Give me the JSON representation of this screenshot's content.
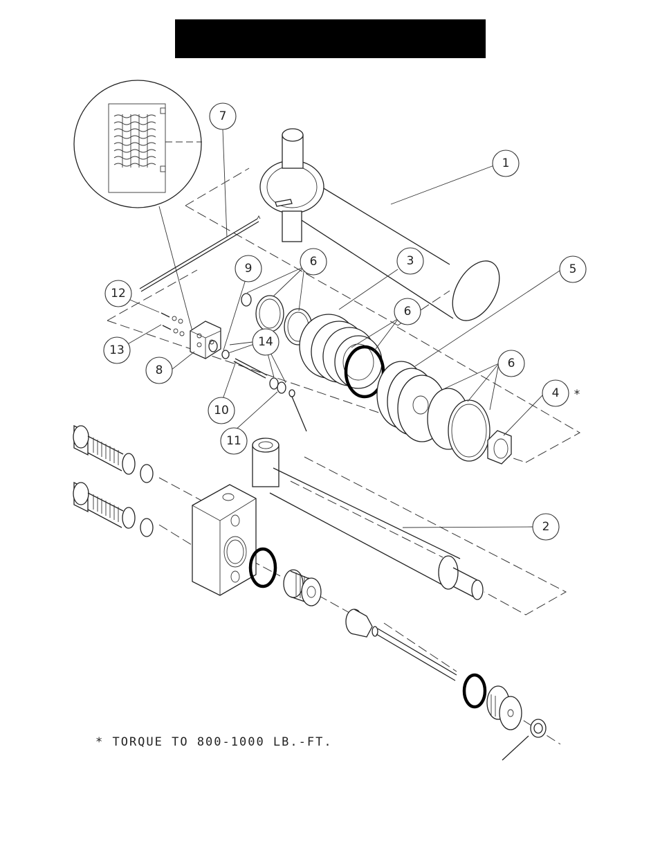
{
  "header": {
    "title_bar_color": "#000000"
  },
  "callouts": [
    {
      "id": "c1",
      "label": "1"
    },
    {
      "id": "c2",
      "label": "2"
    },
    {
      "id": "c3",
      "label": "3"
    },
    {
      "id": "c4",
      "label": "4"
    },
    {
      "id": "c4-star",
      "label": "*"
    },
    {
      "id": "c5",
      "label": "5"
    },
    {
      "id": "c6a",
      "label": "6"
    },
    {
      "id": "c6b",
      "label": "6"
    },
    {
      "id": "c6c",
      "label": "6"
    },
    {
      "id": "c7",
      "label": "7"
    },
    {
      "id": "c8",
      "label": "8"
    },
    {
      "id": "c9",
      "label": "9"
    },
    {
      "id": "c10",
      "label": "10"
    },
    {
      "id": "c11",
      "label": "11"
    },
    {
      "id": "c12",
      "label": "12"
    },
    {
      "id": "c13",
      "label": "13"
    },
    {
      "id": "c14",
      "label": "14"
    }
  ],
  "note": {
    "text": "* TORQUE TO 800-1000 LB.-FT."
  }
}
